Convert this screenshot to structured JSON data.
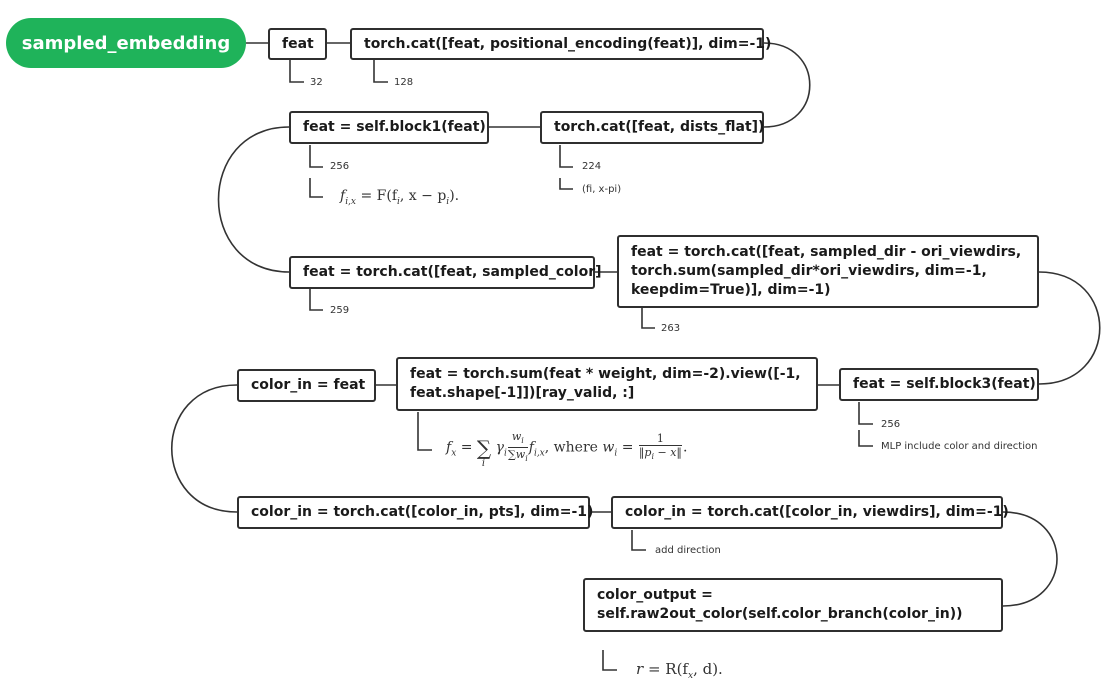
{
  "root": {
    "label": "sampled_embedding"
  },
  "nodes": {
    "feat": "feat",
    "cat_pos": "torch.cat([feat, positional_encoding(feat)], dim=-1)",
    "block1": "feat = self.block1(feat)",
    "cat_dists": "torch.cat([feat, dists_flat])",
    "cat_color": "feat = torch.cat([feat, sampled_color]",
    "cat_dir": "feat = torch.cat([feat, sampled_dir - ori_viewdirs,\ntorch.sum(sampled_dir*ori_viewdirs, dim=-1,\nkeepdim=True)], dim=-1)",
    "color_in_feat": "color_in = feat",
    "sum_weight": "feat = torch.sum(feat * weight, dim=-2).view([-1,\nfeat.shape[-1]])[ray_valid, :]",
    "block3": "feat = self.block3(feat)",
    "cat_pts": "color_in = torch.cat([color_in, pts], dim=-1)",
    "cat_viewdirs": "color_in = torch.cat([color_in, viewdirs], dim=-1)",
    "color_output": "color_output =\nself.raw2out_color(self.color_branch(color_in))"
  },
  "notes": {
    "feat_dim": "32",
    "cat_pos_dim": "128",
    "block1_dim": "256",
    "cat_dists_dim": "224",
    "cat_dists_desc": "(fi, x-pi)",
    "cat_color_dim": "259",
    "cat_dir_dim": "263",
    "block3_dim": "256",
    "block3_desc": "MLP include color and direction",
    "viewdirs_desc": "add direction"
  },
  "formulas": {
    "f_ix": {
      "lhs": "f",
      "lhs_sub": "i,x",
      "eq": " = F(f",
      "i_sub": "i",
      "rest": ", x − p",
      "p_sub": "i",
      "end": ")."
    },
    "f_x": {
      "lhs": "f",
      "lhs_sub": "x",
      "eq": " = ",
      "sum_sub": "i",
      "gamma": "γ",
      "gamma_sub": "i",
      "frac1_num": "w",
      "frac1_num_sub": "i",
      "frac1_den": "∑w",
      "frac1_den_sub": "i",
      "tail": "f",
      "tail_sub": "i,x",
      "where": ", where ",
      "w": "w",
      "w_sub": "i",
      "eq2": " = ",
      "frac2_num": "1",
      "frac2_den": "‖p",
      "frac2_den_sub": "i",
      "frac2_den_end": " − x‖",
      "end": "."
    },
    "r": {
      "lhs": "r",
      "eq": " = R(f",
      "sub": "x",
      "end": ", d)."
    }
  },
  "colors": {
    "root_fill": "#1fb35a",
    "box_border": "#2f2f2f",
    "line": "#333333"
  }
}
